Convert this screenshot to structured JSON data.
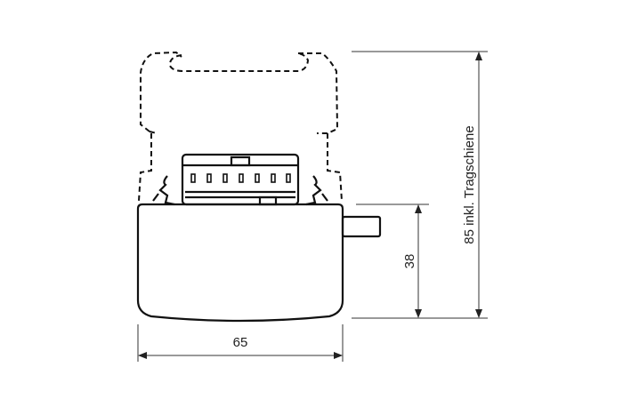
{
  "dimensions": {
    "width": "65",
    "height_body": "38",
    "height_total": "85 inkl. Tragschiene"
  }
}
